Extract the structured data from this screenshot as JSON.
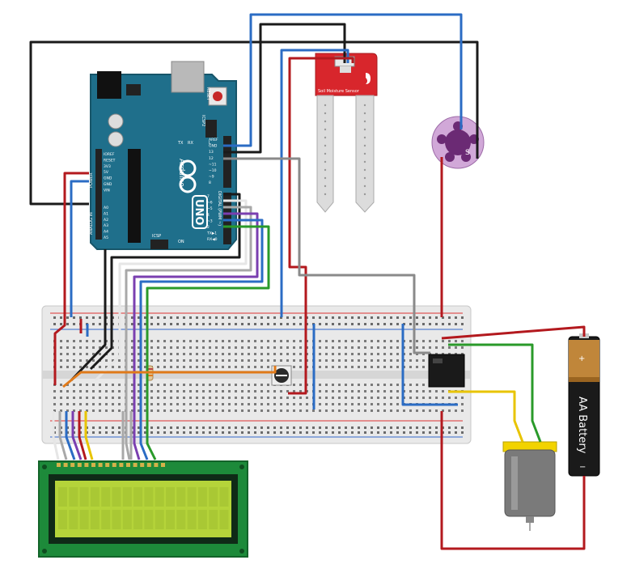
{
  "arduino": {
    "brand": "Arduino",
    "model": "UNO",
    "label_digital": "DIGITAL (PWM ~)",
    "label_analog": "ANALOG IN",
    "label_power": "POWER",
    "label_icsp": "ICSP",
    "label_icsp2": "ICSP2",
    "label_reset": "RESET",
    "label_tx": "TX",
    "label_rx": "RX",
    "label_l": "L",
    "label_on": "ON",
    "pins_power": [
      "IOREF",
      "RESET",
      "3V3",
      "5V",
      "GND",
      "GND",
      "VIN"
    ],
    "pins_analog": [
      "A0",
      "A1",
      "A2",
      "A3",
      "A4",
      "A5"
    ],
    "pins_digital_top": [
      "AREF",
      "GND",
      "13",
      "12",
      "~11",
      "~10",
      "~9",
      "8"
    ],
    "pins_digital_bottom": [
      "7",
      "~6",
      "~5",
      "4",
      "~3",
      "2",
      "TX▶1",
      "RX◀0"
    ]
  },
  "soil_sensor": {
    "title": "Soil Moisture Sensor"
  },
  "battery": {
    "label": "AA Battery",
    "plus": "+",
    "minus": "−"
  },
  "pump_button": {
    "label": "S"
  },
  "colors": {
    "red_wire": "#b3191e",
    "black_wire": "#1a1a1a",
    "blue_wire": "#2b6cc4",
    "gray_wire": "#8a8a8a",
    "green_wire": "#2a9a2a",
    "yellow_wire": "#e8c400",
    "purple_wire": "#7a3fb0",
    "orange_wire": "#e07a1a",
    "white_wire": "#e6e6e6",
    "arduino_board": "#1f6f8b",
    "sensor_board": "#d8262c",
    "lcd_pcb": "#1d8a3a",
    "lcd_screen": "#b5d43a",
    "button_board": "#8a3a8e"
  },
  "icons": {
    "arduino": "arduino-uno-board",
    "sensor": "soil-moisture-sensor",
    "relay": "relay-module",
    "motor": "dc-motor",
    "battery": "aa-battery",
    "lcd": "lcd-16x2",
    "potentiometer": "potentiometer-icon",
    "button": "push-button"
  }
}
